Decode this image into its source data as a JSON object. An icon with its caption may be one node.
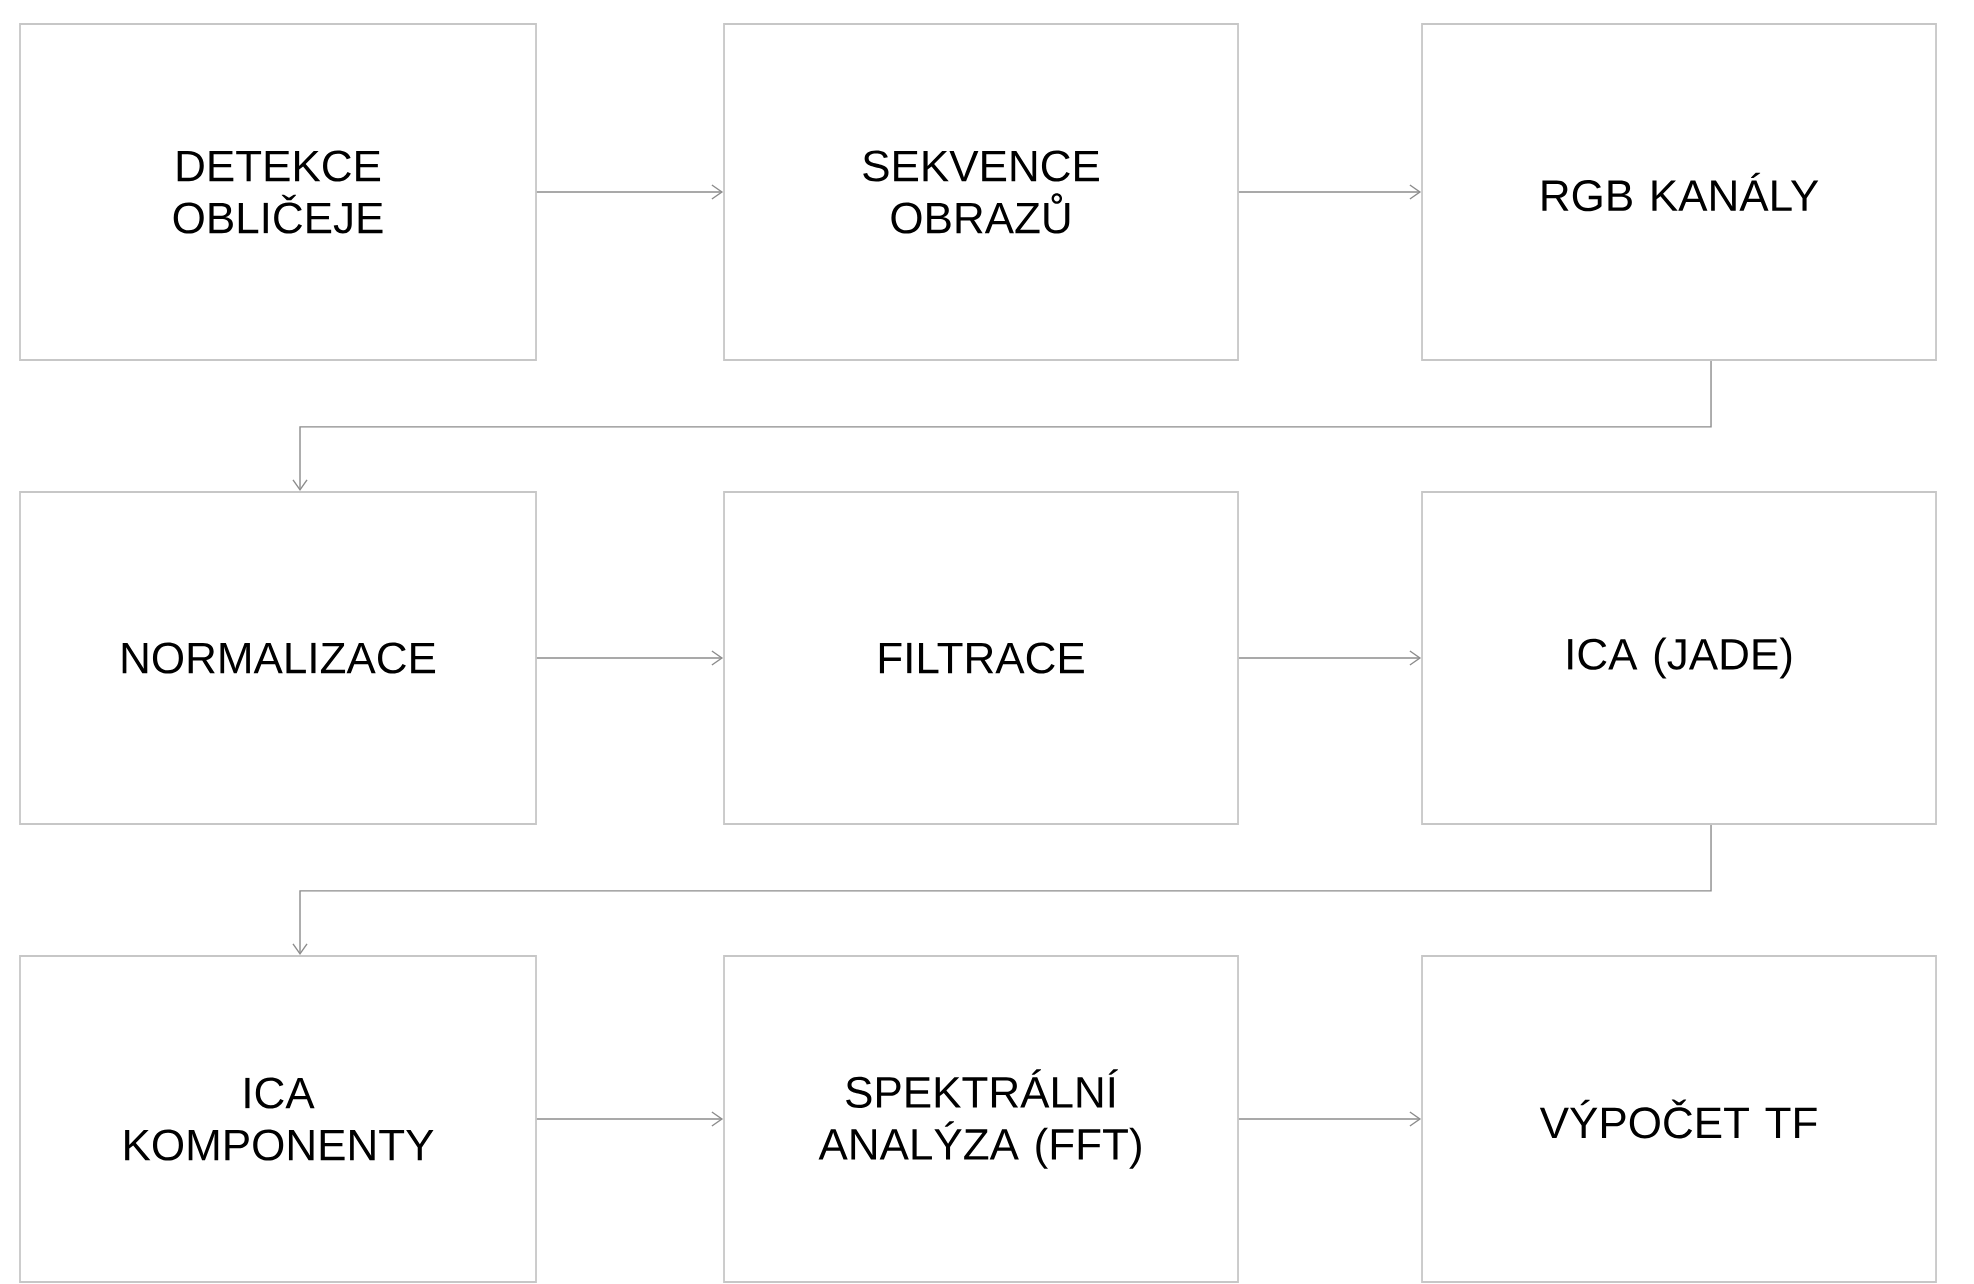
{
  "diagram": {
    "nodes": [
      {
        "text": [
          "DETEKCE OBLIČEJE"
        ]
      },
      {
        "text": [
          "SEKVENCE OBRAZŮ"
        ]
      },
      {
        "text": [
          "RGB KANÁLY"
        ]
      },
      {
        "text": [
          "NORMALIZACE"
        ]
      },
      {
        "text": [
          "FILTRACE"
        ]
      },
      {
        "text": [
          "ICA (JADE)"
        ]
      },
      {
        "text": [
          "ICA KOMPONENTY"
        ]
      },
      {
        "text": [
          "SPEKTRÁLNÍ ANALÝZA (FFT)"
        ]
      },
      {
        "text": [
          "VÝPOČET TF"
        ]
      }
    ],
    "edges": [
      {
        "from": 0,
        "to": 1,
        "arrow": "to"
      },
      {
        "from": 1,
        "to": 2,
        "arrow": "to"
      },
      {
        "from": 2,
        "to": 3,
        "arrow": "to"
      },
      {
        "from": 3,
        "to": 4,
        "arrow": "to"
      },
      {
        "from": 4,
        "to": 5,
        "arrow": "to"
      },
      {
        "from": 5,
        "to": 6,
        "arrow": "to"
      },
      {
        "from": 6,
        "to": 7,
        "arrow": "to"
      },
      {
        "from": 7,
        "to": 8,
        "arrow": "to"
      }
    ]
  }
}
